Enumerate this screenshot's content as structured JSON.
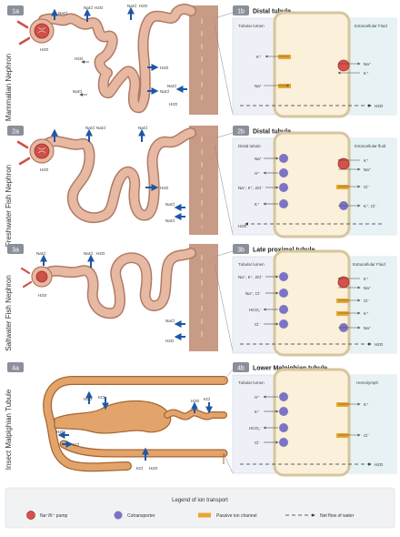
{
  "colors": {
    "tubule": "#e8b9a2",
    "tubule_edge": "#b07a66",
    "insect_tubule": "#e3a46c",
    "insect_edge": "#a6652f",
    "arrow": "#1f57a6",
    "pump": "#d9504a",
    "cotransporter": "#7b74c4",
    "channel": "#e8a631",
    "cell": "#fbf0d9",
    "cell_border": "#d6c69e",
    "fluid": "#e6f2f4",
    "lumen_bg": "#eef0f7",
    "collecting_duct": "#c89b86",
    "glomerulus": "#cf4f49"
  },
  "panels": [
    {
      "id": "1a",
      "row_label": "Mammalian Nephron",
      "nephron_labels": [
        "NaCl",
        "NaCl",
        "H2O",
        "NaCl",
        "H2O",
        "H2O",
        "H2O",
        "NaCl",
        "H2O",
        "NaCl",
        "NaCl",
        "H2O"
      ],
      "detail": {
        "id": "1b",
        "title": "Distal tubule",
        "left_header": "Tubular lumen",
        "right_header": "Extracellular Fluid",
        "left_ions": [
          "K⁺",
          "Na⁺"
        ],
        "right_ions": [
          "Na⁺",
          "K⁺"
        ],
        "water": "H2O"
      }
    },
    {
      "id": "2a",
      "row_label": "Freshwater Fish Nephron",
      "nephron_labels": [
        "NaCl",
        "NaCl",
        "H2O",
        "NaCl",
        "H2O",
        "NaCl",
        "NaCl",
        "H2O"
      ],
      "detail": {
        "id": "2b",
        "title": "Distal tubule",
        "left_header": "Distal tubule",
        "right_header": "Extracellular fluid",
        "left_ions": [
          "Na⁺",
          "H⁺",
          "Na⁺, K⁺, 2Cl⁻",
          "K⁺",
          "H2O"
        ],
        "right_ions": [
          "K⁺",
          "Na⁺",
          "Cl⁻",
          "K⁺, Cl⁻"
        ]
      }
    },
    {
      "id": "3a",
      "row_label": "Saltwater Fish Nephron",
      "nephron_labels": [
        "NaCl",
        "NaCl",
        "H2O",
        "H2O",
        "NaCl",
        "H2O"
      ],
      "detail": {
        "id": "3b",
        "title": "Late proximal tubule",
        "left_header": "Tubular lumen",
        "right_header": "Extracellular Fluid",
        "left_ions": [
          "Na⁺, K⁺, 2Cl⁻",
          "Na⁺, Cl⁻",
          "HCO₃⁻",
          "Cl⁻"
        ],
        "right_ions": [
          "K⁺",
          "Na⁺",
          "Cl⁻",
          "K⁺",
          "Na⁺"
        ],
        "water": "H2O"
      }
    },
    {
      "id": "4a",
      "row_label": "Insect Malpighian Tubule",
      "nephron_labels": [
        "H2O",
        "KCl",
        "H2O",
        "KCl",
        "H2O",
        "KCl",
        "KCl",
        "H2O"
      ],
      "detail": {
        "id": "4b",
        "title": "Lower Malpighian tubule",
        "left_header": "Tubular lumen",
        "right_header": "Hemolymph",
        "left_ions": [
          "H⁺",
          "K⁺",
          "HCO₃⁻",
          "Cl⁻"
        ],
        "right_ions": [
          "K⁺",
          "Cl⁻"
        ],
        "water": "H2O"
      }
    }
  ],
  "legend": {
    "title": "Legend of ion transport",
    "items": [
      {
        "icon": "pump",
        "label": "Na⁺/K⁺ pump"
      },
      {
        "icon": "cotransporter",
        "label": "Cotransporter"
      },
      {
        "icon": "channel",
        "label": "Passive ion channel"
      },
      {
        "icon": "water-arrow",
        "label": "Net flow of water"
      }
    ]
  }
}
